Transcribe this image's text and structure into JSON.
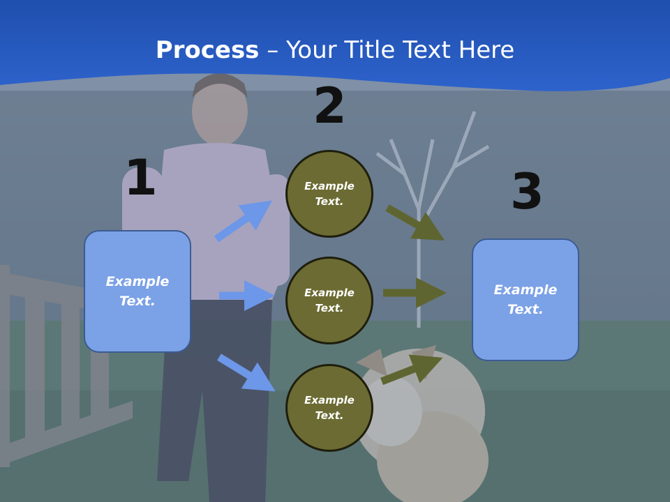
{
  "slide": {
    "title_bold": "Process",
    "title_rest": " – Your Title Text Here"
  },
  "steps": {
    "one": "1",
    "two": "2",
    "three": "3"
  },
  "left_box": {
    "text": "Example Text."
  },
  "circles": [
    {
      "text": "Example Text."
    },
    {
      "text": "Example Text."
    },
    {
      "text": "Example Text."
    }
  ],
  "right_box": {
    "text": "Example Text."
  },
  "colors": {
    "banner": "#2a5cc4",
    "box_fill": "#7ba1e6",
    "circle_fill": "#6b6b33",
    "blue_arrow": "#6d97e8",
    "olive_arrow": "#5f6530"
  }
}
